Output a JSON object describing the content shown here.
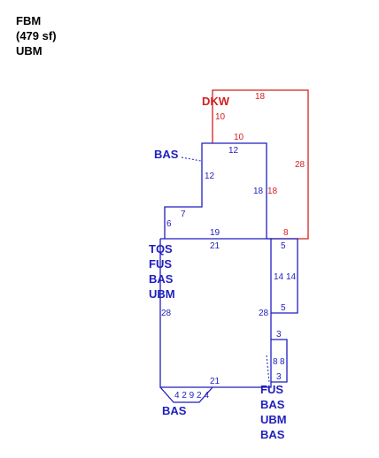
{
  "colors": {
    "red": "#d42020",
    "blue": "#1f1fbf"
  },
  "header": {
    "line1": "FBM",
    "line2": "(479 sf)",
    "line3": "UBM"
  },
  "labels": {
    "dkw": "DKW",
    "bas_upper": "BAS",
    "main_stack": [
      "TQS",
      "FUS",
      "BAS",
      "UBM"
    ],
    "bas_bottom": "BAS",
    "right_stack": [
      "FUS",
      "BAS",
      "UBM",
      "BAS"
    ]
  },
  "dims": {
    "dkw_top": "18",
    "dkw_left": "10",
    "dkw_step": "10",
    "dkw_right": "28",
    "dkw_inner": "18",
    "dkw_bottom": "8",
    "up_top": "12",
    "up_left": "12",
    "up_right": "18",
    "up_step": "7",
    "up_left_low": "6",
    "main_top_a": "19",
    "main_top_b": "21",
    "main_left": "28",
    "main_right": "28",
    "main_bottom": "21",
    "bay_bottom": "4 2 9 2 4",
    "r1_top": "5",
    "r1_left": "14",
    "r1_right": "14",
    "r1_bottom": "5",
    "r2_top": "3",
    "r2_left": "8",
    "r2_right": "8",
    "r2_bottom": "3"
  }
}
